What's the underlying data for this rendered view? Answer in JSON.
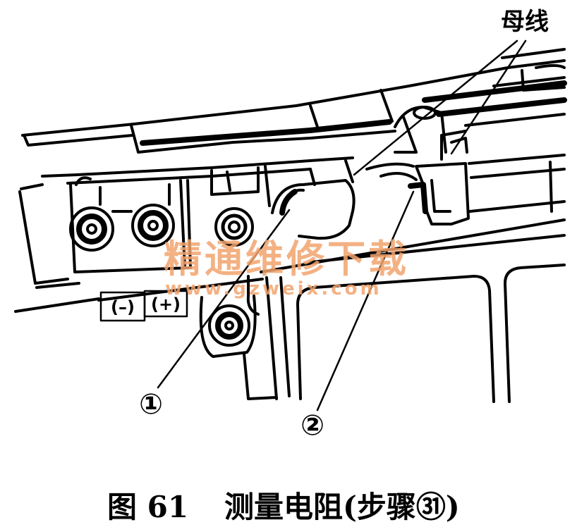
{
  "figure": {
    "number": "图 61",
    "title": "测量电阻(步骤㉛)"
  },
  "labels": {
    "busbar": "母线",
    "callout_1": "①",
    "callout_2": "②",
    "terminal_negative": "(–)",
    "terminal_positive": "(+)"
  },
  "watermark": {
    "text": "精通维修下载",
    "site": "www.gzweix.com"
  },
  "colors": {
    "line": "#000000",
    "background": "#ffffff",
    "watermark": "#f2a46e"
  }
}
